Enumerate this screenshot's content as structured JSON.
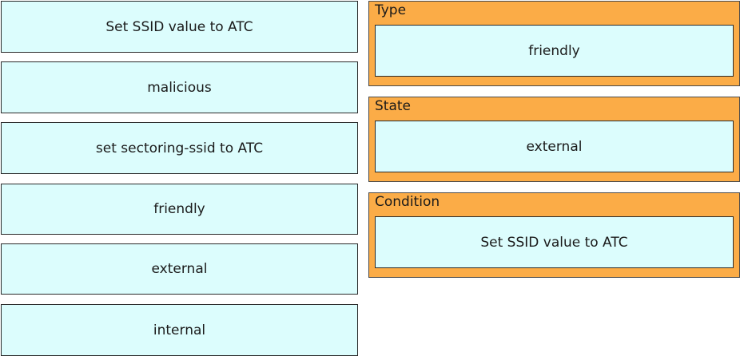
{
  "options": [
    "Set SSID value to ATC",
    "malicious",
    "set sectoring-ssid to ATC",
    "friendly",
    "external",
    "internal"
  ],
  "targets": [
    {
      "label": "Type",
      "answer": "friendly"
    },
    {
      "label": "State",
      "answer": "external"
    },
    {
      "label": "Condition",
      "answer": "Set SSID value to ATC"
    }
  ],
  "colors": {
    "option_fill": "#dcfdfd",
    "target_fill": "#fbac47",
    "border": "#2a2a2a"
  }
}
